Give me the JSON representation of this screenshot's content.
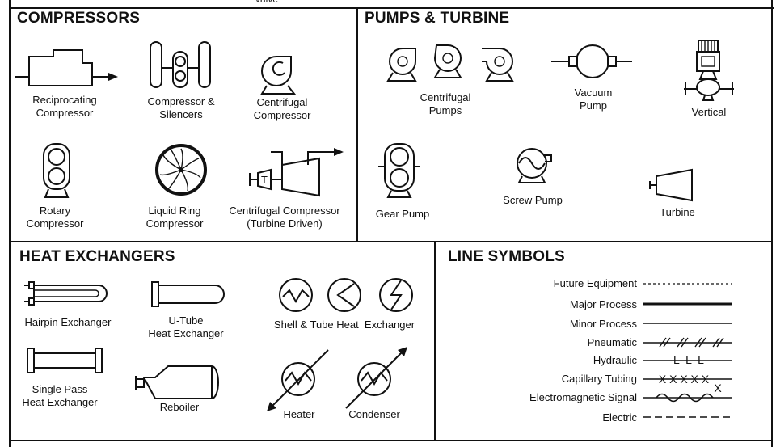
{
  "top_cutoff_text": "valve",
  "compressors": {
    "title": "COMPRESSORS",
    "items": [
      {
        "label": "Reciprocating\nCompressor",
        "icon": "reciprocating-compressor-icon"
      },
      {
        "label": "Compressor &\nSilencers",
        "icon": "compressor-silencers-icon"
      },
      {
        "label": "Centrifugal\nCompressor",
        "icon": "centrifugal-compressor-icon"
      },
      {
        "label": "Rotary\nCompressor",
        "icon": "rotary-compressor-icon"
      },
      {
        "label": "Liquid Ring\nCompressor",
        "icon": "liquid-ring-compressor-icon"
      },
      {
        "label": "Centrifugal Compressor\n(Turbine Driven)",
        "icon": "turbine-driven-compressor-icon",
        "icon_text": "T"
      }
    ]
  },
  "pumps": {
    "title": "PUMPS & TURBINE",
    "items": [
      {
        "label": "Centrifugal\nPumps",
        "icon": "centrifugal-pumps-icon"
      },
      {
        "label": "Vacuum\nPump",
        "icon": "vacuum-pump-icon"
      },
      {
        "label": "Vertical",
        "icon": "vertical-pump-icon"
      },
      {
        "label": "Gear Pump",
        "icon": "gear-pump-icon"
      },
      {
        "label": "Screw Pump",
        "icon": "screw-pump-icon"
      },
      {
        "label": "Turbine",
        "icon": "turbine-icon"
      }
    ]
  },
  "heat_exchangers": {
    "title": "HEAT EXCHANGERS",
    "items": [
      {
        "label": "Hairpin Exchanger",
        "icon": "hairpin-exchanger-icon"
      },
      {
        "label": "U-Tube\nHeat Exchanger",
        "icon": "u-tube-exchanger-icon"
      },
      {
        "label": "Shell & Tube Heat  Exchanger",
        "icon": "shell-tube-exchanger-icon"
      },
      {
        "label": "Single Pass\nHeat Exchanger",
        "icon": "single-pass-exchanger-icon"
      },
      {
        "label": "Reboiler",
        "icon": "reboiler-icon"
      },
      {
        "label": "Heater",
        "icon": "heater-icon"
      },
      {
        "label": "Condenser",
        "icon": "condenser-icon"
      }
    ]
  },
  "line_symbols": {
    "title": "LINE SYMBOLS",
    "items": [
      {
        "label": "Future Equipment",
        "style": "dashed-thin"
      },
      {
        "label": "Major Process",
        "style": "thick"
      },
      {
        "label": "Minor Process",
        "style": "thin"
      },
      {
        "label": "Pneumatic",
        "style": "hatched"
      },
      {
        "label": "Hydraulic",
        "style": "hydraulic",
        "marks": "L  L  L"
      },
      {
        "label": "Capillary Tubing",
        "style": "capillary",
        "marks": "X X X X X"
      },
      {
        "label": "Electromagnetic Signal",
        "style": "wave"
      },
      {
        "label": "Electric",
        "style": "dashed-long"
      }
    ]
  }
}
